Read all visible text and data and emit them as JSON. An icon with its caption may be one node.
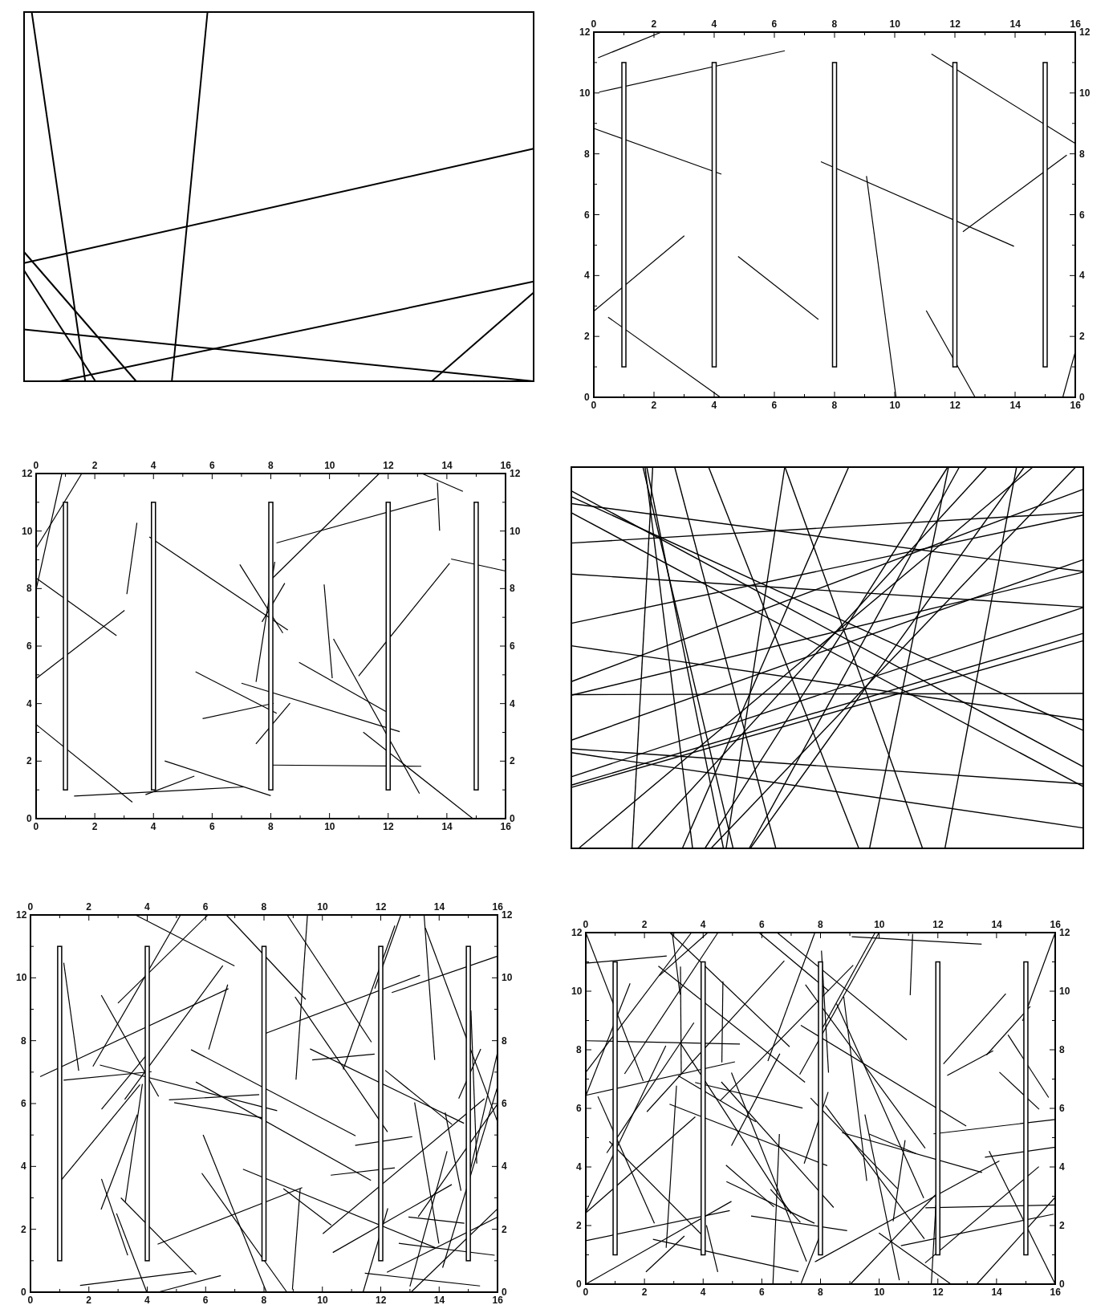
{
  "diagram": {
    "labels": [
      "0",
      "2",
      "4",
      "6",
      "8",
      "10",
      "12",
      "14",
      "16",
      "12",
      "12",
      "10",
      "10",
      "8",
      "8",
      "6",
      "6",
      "4",
      "4",
      "2",
      "2",
      "0",
      "0",
      "0",
      "2",
      "4",
      "6",
      "8",
      "10",
      "12",
      "14",
      "16",
      "0",
      "2",
      "4",
      "6",
      "8",
      "10",
      "12",
      "14",
      "16",
      "12",
      "12",
      "10",
      "10",
      "8",
      "8",
      "6",
      "6",
      "4",
      "4",
      "2",
      "2",
      "0",
      "0",
      "0",
      "2",
      "4",
      "6",
      "8",
      "10",
      "12",
      "14",
      "16",
      "0",
      "2",
      "4",
      "6",
      "8",
      "10",
      "12",
      "14",
      "16",
      "12",
      "12",
      "10",
      "10",
      "8",
      "8",
      "6",
      "6",
      "4",
      "4",
      "2",
      "2",
      "0",
      "0",
      "0",
      "2",
      "4",
      "6",
      "8",
      "10",
      "12",
      "14",
      "16",
      "0",
      "2",
      "4",
      "6",
      "8",
      "10",
      "12",
      "14",
      "16",
      "12",
      "12",
      "10",
      "10",
      "8",
      "8",
      "6",
      "6",
      "4",
      "4",
      "2",
      "2",
      "0",
      "0",
      "0",
      "2",
      "4",
      "6",
      "8",
      "10",
      "12",
      "14",
      "16"
    ]
  }
}
